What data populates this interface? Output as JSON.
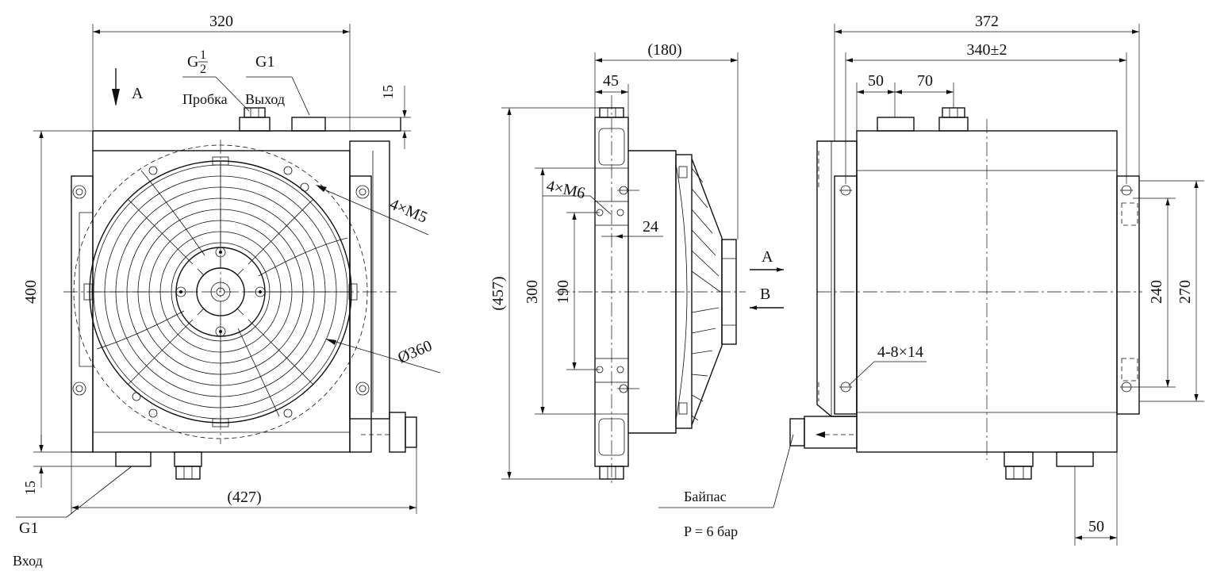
{
  "front_view": {
    "width_dim": "320",
    "height_dim": "400",
    "depth_dim": "(427)",
    "top_offset_dim": "15",
    "bottom_offset_dim": "15",
    "port_plug_label_main": "G",
    "port_plug_label_num": "1",
    "port_plug_label_den": "2",
    "plug_label": "Пробка",
    "outlet_size": "G1",
    "outlet_label": "Выход",
    "inlet_size": "G1",
    "inlet_label": "Вход",
    "view_arrow_label": "A",
    "mount_holes_label": "4×M5",
    "fan_diameter_label": "Ø360"
  },
  "side_view": {
    "overall_depth_dim": "(180)",
    "flange_dim": "45",
    "overall_height_dim": "(457)",
    "core_height_dim": "300",
    "bracket_spacing_dim": "190",
    "bracket_dim": "24",
    "mount_holes_label": "4×M6",
    "airflow_in_label": "A",
    "airflow_out_label": "B",
    "bypass_label": "Байпас",
    "bypass_pressure": "P = 6 бар"
  },
  "rear_view": {
    "overall_width_dim": "372",
    "hole_spacing_dim": "340±2",
    "port_offset_dim": "50",
    "port_spacing_dim": "70",
    "slot_spacing_inner_dim": "240",
    "slot_spacing_outer_dim": "270",
    "slot_holes_label": "4-8×14",
    "bottom_port_offset_dim": "50"
  }
}
